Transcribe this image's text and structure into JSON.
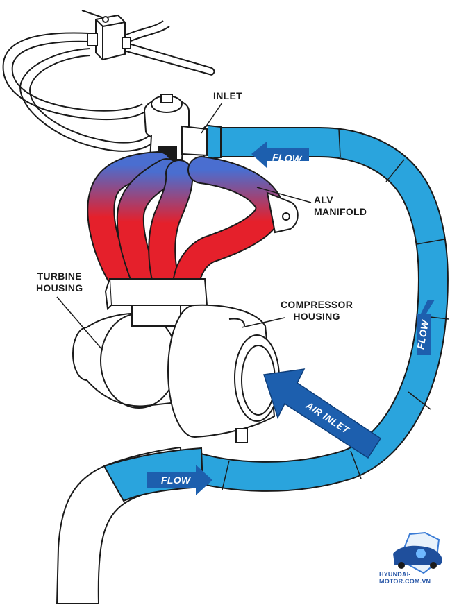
{
  "labels": {
    "inlet": "INLET",
    "alv_manifold": "ALV\nMANIFOLD",
    "turbine_housing": "TURBINE\nHOUSING",
    "compressor_housing": "COMPRESSOR\nHOUSING",
    "flow_top": "FLOW",
    "flow_right": "FLOW",
    "flow_bottom": "FLOW",
    "air_inlet": "AIR INLET"
  },
  "watermark": {
    "text": "HYUNDAI-MOTOR.COM.VN"
  },
  "colors": {
    "pipe_blue": "#2aa4dd",
    "arrow_blue": "#1d5fae",
    "manifold_red": "#e5202b",
    "outline": "#1a1a1a"
  }
}
